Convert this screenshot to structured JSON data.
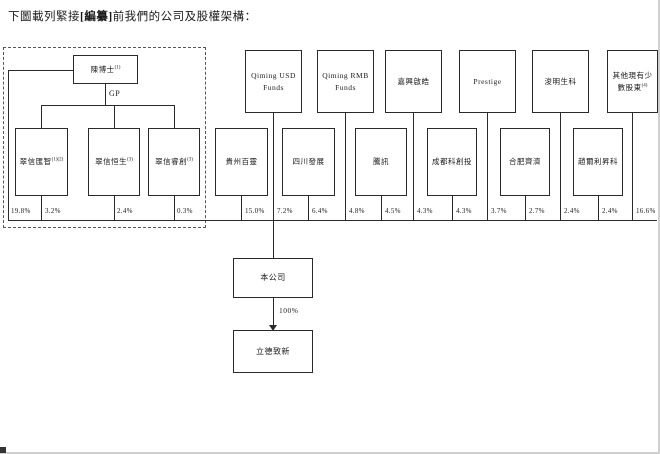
{
  "title": {
    "prefix": "下圖載列緊接",
    "bold": "[編纂]",
    "suffix": "前我們的公司及股權架構："
  },
  "colors": {
    "line": "#2a2a2a",
    "box_border": "#2a2a2a",
    "background": "#ffffff",
    "page_edge": "#cfcfcf"
  },
  "diagram": {
    "founder": {
      "label": "陳博士",
      "sup": "(1)",
      "pct": "19.8%"
    },
    "gp_label": "GP",
    "founder_entities": [
      {
        "label": "翠信匯智",
        "sup": "(1)(2)",
        "pct": "3.2%"
      },
      {
        "label": "翠信恒生",
        "sup": "(3)",
        "pct": "2.4%"
      },
      {
        "label": "翠信睿創",
        "sup": "(3)",
        "pct": "0.3%"
      }
    ],
    "top_row": [
      {
        "label": "Qiming USD Funds",
        "sup": "",
        "pct": "7.2%"
      },
      {
        "label": "Qiming RMB Funds",
        "sup": "",
        "pct": "4.8%"
      },
      {
        "label": "嘉興啟皓",
        "sup": "",
        "pct": "4.3%"
      },
      {
        "label": "Prestige",
        "sup": "",
        "pct": "3.7%"
      },
      {
        "label": "浚明生科",
        "sup": "",
        "pct": "2.4%"
      },
      {
        "label": "其他現有少數股東",
        "sup": "(4)",
        "pct": "16.6%"
      }
    ],
    "mid_row": [
      {
        "label": "貴州百靈",
        "pct": "15.0%"
      },
      {
        "label": "四川發展",
        "pct": "6.4%"
      },
      {
        "label": "騰訊",
        "pct": "4.5%"
      },
      {
        "label": "成都科創投",
        "pct": "4.3%"
      },
      {
        "label": "合肥齊濟",
        "pct": "2.7%"
      },
      {
        "label": "趙爾利昇科",
        "pct": "2.4%"
      }
    ],
    "company": {
      "label": "本公司"
    },
    "subsidiary": {
      "label": "立德致新"
    },
    "subsidiary_ownership": "100%"
  }
}
